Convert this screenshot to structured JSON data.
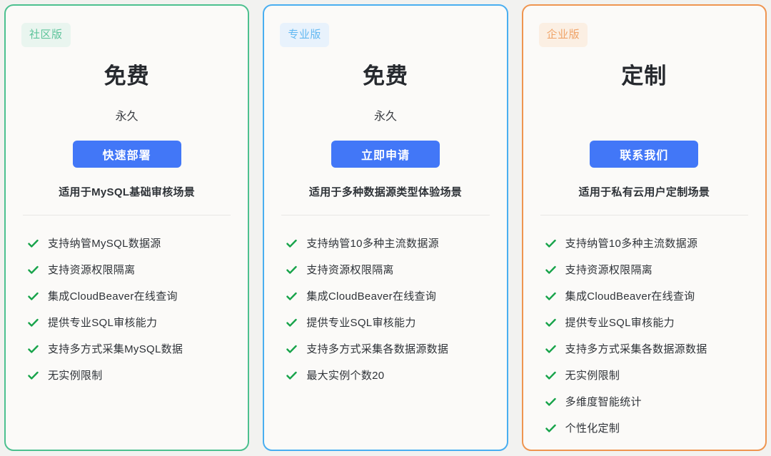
{
  "page": {
    "background_color": "#f2f2f0",
    "card_background_color": "#fbfaf8",
    "cta_color": "#4277f7",
    "check_color": "#17a34a"
  },
  "plans": [
    {
      "badge": "社区版",
      "badge_bg": "#e9f5ef",
      "badge_color": "#5ec49b",
      "border_color": "#4cc08f",
      "price": "免费",
      "period": "永久",
      "cta_label": "快速部署",
      "tagline": "适用于MySQL基础审核场景",
      "features": [
        "支持纳管MySQL数据源",
        "支持资源权限隔离",
        "集成CloudBeaver在线查询",
        "提供专业SQL审核能力",
        "支持多方式采集MySQL数据",
        "无实例限制"
      ]
    },
    {
      "badge": "专业版",
      "badge_bg": "#e8f2fc",
      "badge_color": "#63b9f2",
      "border_color": "#49aef0",
      "price": "免费",
      "period": "永久",
      "cta_label": "立即申请",
      "tagline": "适用于多种数据源类型体验场景",
      "features": [
        "支持纳管10多种主流数据源",
        "支持资源权限隔离",
        "集成CloudBeaver在线查询",
        "提供专业SQL审核能力",
        "支持多方式采集各数据源数据",
        "最大实例个数20"
      ]
    },
    {
      "badge": "企业版",
      "badge_bg": "#fbefe3",
      "badge_color": "#f0a367",
      "border_color": "#ef9550",
      "price": "定制",
      "period": "",
      "cta_label": "联系我们",
      "tagline": "适用于私有云用户定制场景",
      "features": [
        "支持纳管10多种主流数据源",
        "支持资源权限隔离",
        "集成CloudBeaver在线查询",
        "提供专业SQL审核能力",
        "支持多方式采集各数据源数据",
        "无实例限制",
        "多维度智能统计",
        "个性化定制"
      ]
    }
  ]
}
